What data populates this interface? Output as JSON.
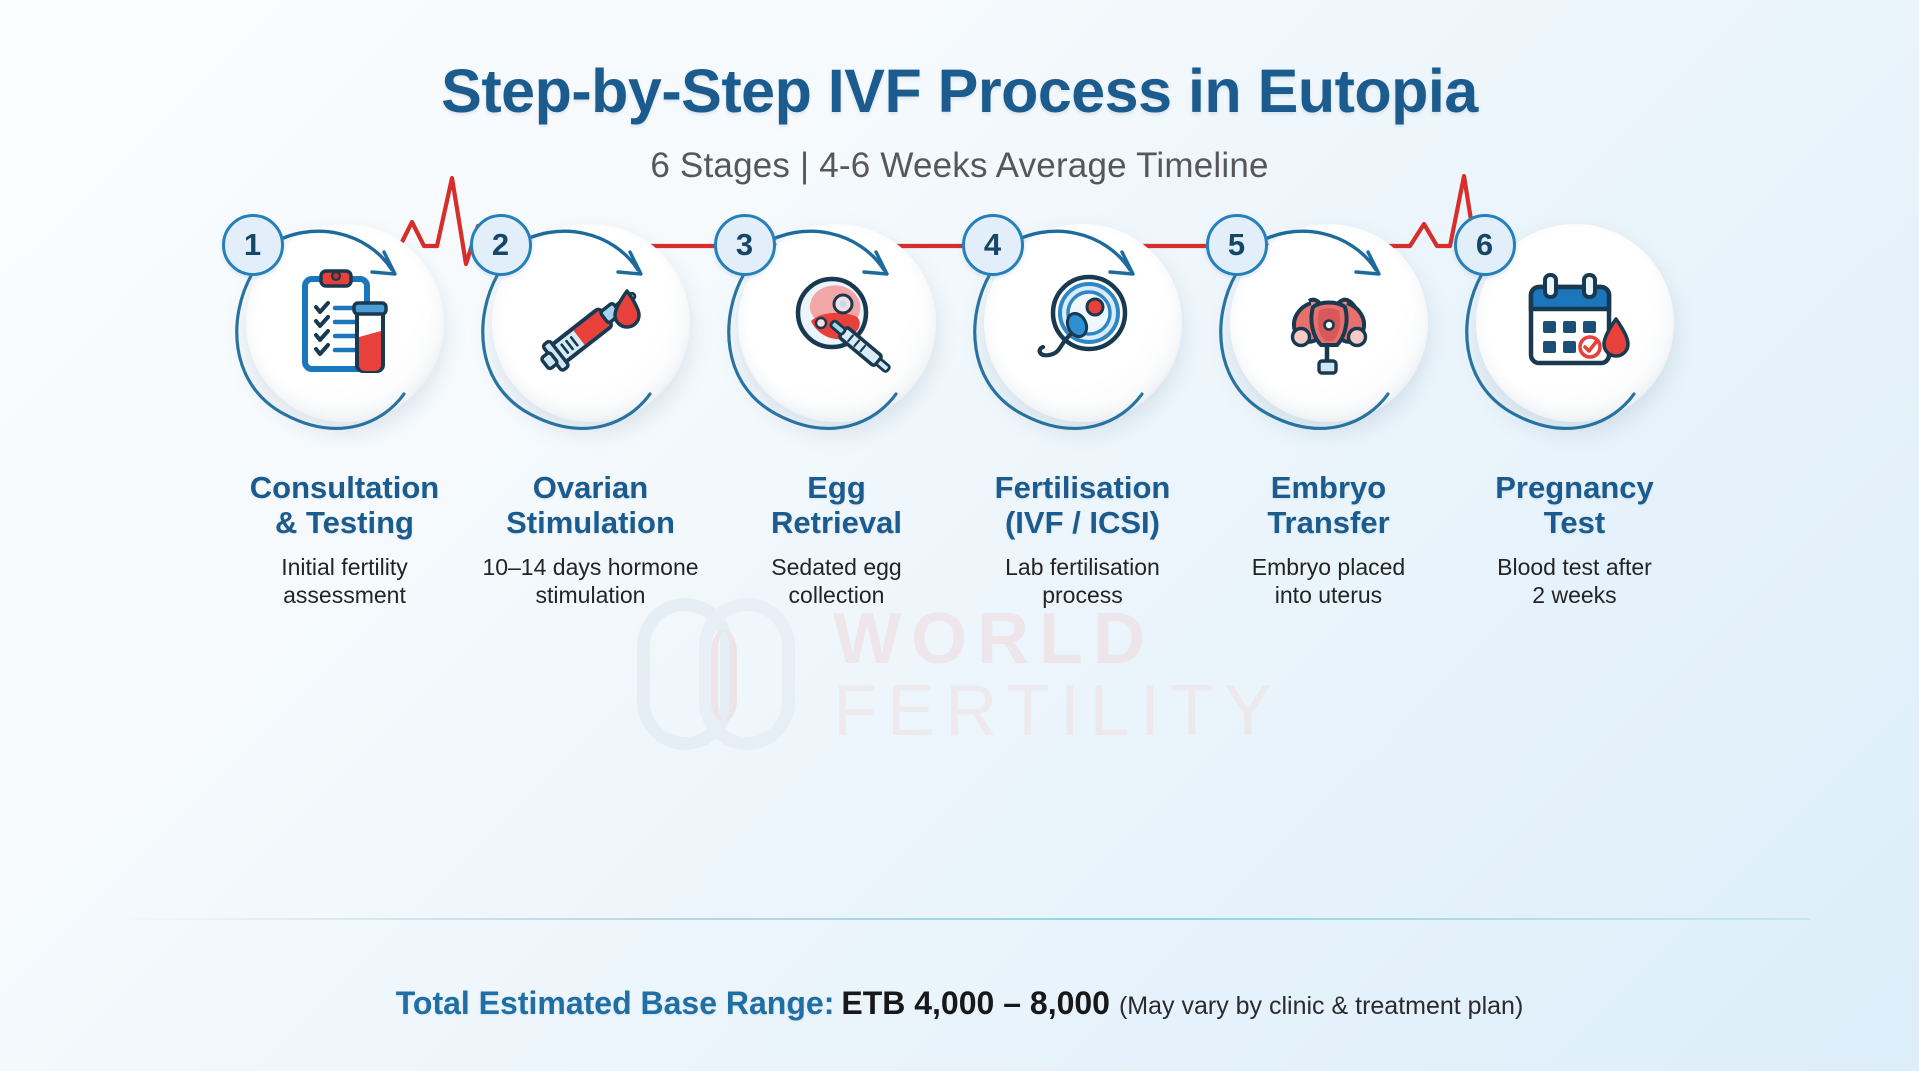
{
  "header": {
    "title": "Step-by-Step IVF Process in Eutopia",
    "subtitle": "6 Stages | 4-6 Weeks Average Timeline"
  },
  "watermark": {
    "line1": "WORLD",
    "line2": "FERTILITY"
  },
  "steps": [
    {
      "number": "1",
      "icon": "clipboard-test-tube-icon",
      "title": "Consultation\n& Testing",
      "description": "Initial fertility\nassessment"
    },
    {
      "number": "2",
      "icon": "syringe-blood-drop-icon",
      "title": "Ovarian\nStimulation",
      "description": "10–14 days hormone\nstimulation"
    },
    {
      "number": "3",
      "icon": "ovary-needle-icon",
      "title": "Egg\nRetrieval",
      "description": "Sedated egg\ncollection"
    },
    {
      "number": "4",
      "icon": "egg-sperm-icon",
      "title": "Fertilisation\n(IVF / ICSI)",
      "description": "Lab fertilisation\nprocess"
    },
    {
      "number": "5",
      "icon": "uterus-catheter-icon",
      "title": "Embryo\nTransfer",
      "description": "Embryo placed\ninto uterus"
    },
    {
      "number": "6",
      "icon": "calendar-blood-drop-icon",
      "title": "Pregnancy\nTest",
      "description": "Blood test after\n2 weeks"
    }
  ],
  "footer": {
    "label": "Total Estimated Base Range:",
    "value": "ETB 4,000 – 8,000",
    "note": "(May vary by clinic & treatment plan)"
  },
  "colors": {
    "brand_blue": "#1b5b8e",
    "accent_blue": "#2580ba",
    "accent_red": "#e03a34",
    "badge_fill": "#e2effa",
    "bg_start": "#fbfcfd",
    "bg_end": "#dceefa",
    "ecg_red": "#d62e2b"
  }
}
